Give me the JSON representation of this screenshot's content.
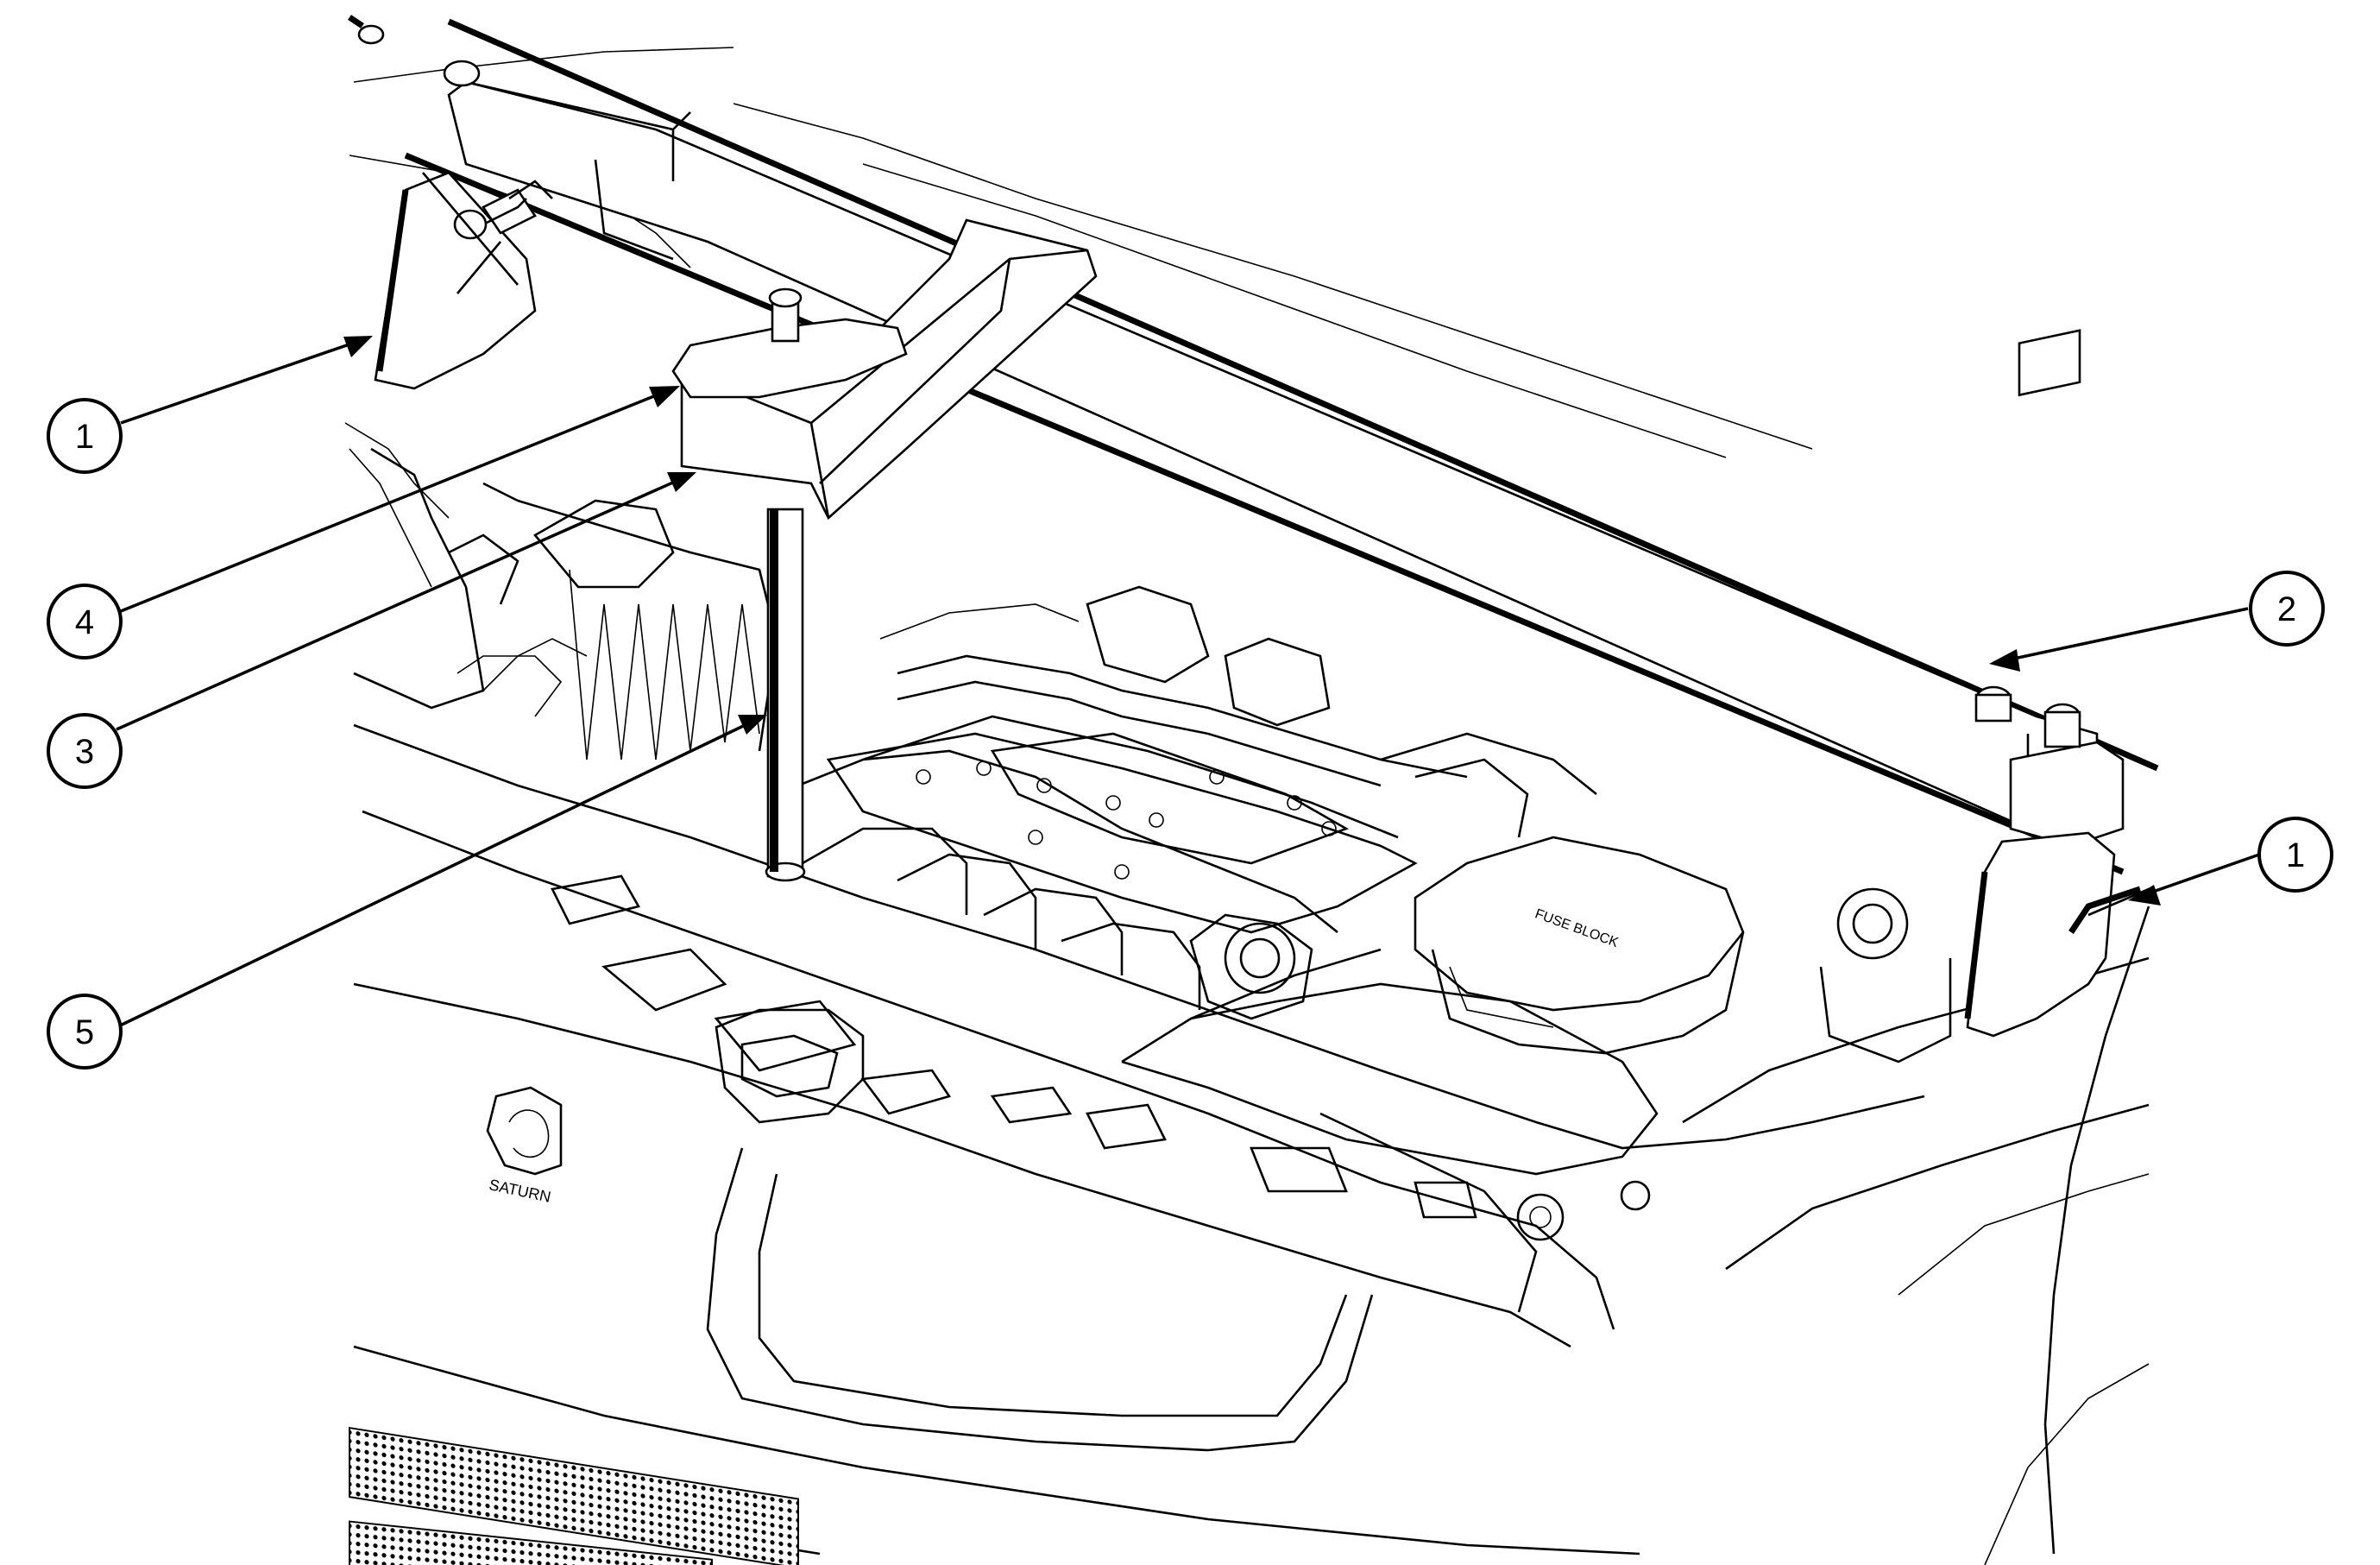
{
  "figure": {
    "callouts": [
      {
        "id": "c1-left",
        "label": "1"
      },
      {
        "id": "c1-right",
        "label": "1"
      },
      {
        "id": "c2",
        "label": "2"
      },
      {
        "id": "c3",
        "label": "3"
      },
      {
        "id": "c4",
        "label": "4"
      },
      {
        "id": "c5",
        "label": "5"
      }
    ],
    "logo_text": "SATURN",
    "fuse_box_label": "FUSE BLOCK"
  }
}
